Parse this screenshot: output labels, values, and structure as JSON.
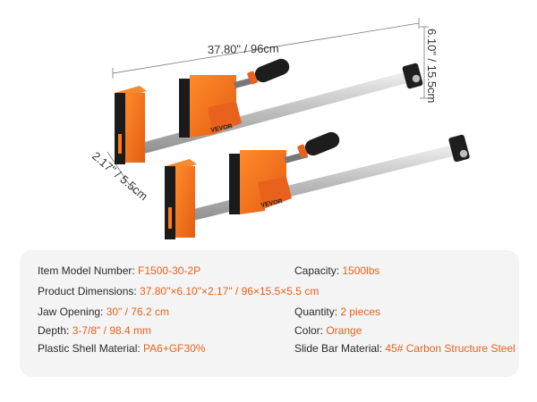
{
  "dimensions": {
    "length": "37.80\"  / 96cm",
    "height": "6.10\" / 15.5cm",
    "jaw_depth": "2.17\" / 5.5cm"
  },
  "brand": "VEVOR",
  "colors": {
    "accent": "#e8611d",
    "clamp_body": "#f07a22",
    "bar": "#c9c9c9",
    "handle": "#1d1d1d",
    "panel_bg": "#f4f4f4"
  },
  "specs": {
    "left": [
      {
        "label": "Item Model Number: ",
        "value": "F1500-30-2P"
      },
      {
        "label": "Product Dimensions: ",
        "value": "37.80\"×6.10\"×2.17\" / 96×15.5×5.5 cm"
      },
      {
        "label": "Jaw Opening: ",
        "value": "30\" / 76.2 cm"
      },
      {
        "label": "Depth: ",
        "value": "3-7/8\" / 98.4 mm"
      },
      {
        "label": "Plastic Shell Material: ",
        "value": "PA6+GF30%"
      }
    ],
    "right": [
      {
        "label": "Capacity: ",
        "value": "1500lbs"
      },
      {
        "label": "",
        "value": ""
      },
      {
        "label": "Quantity:  ",
        "value": "2 pieces"
      },
      {
        "label": "Color: ",
        "value": "Orange"
      },
      {
        "label": "Slide Bar Material: ",
        "value": "45# Carbon Structure Steel"
      }
    ]
  }
}
